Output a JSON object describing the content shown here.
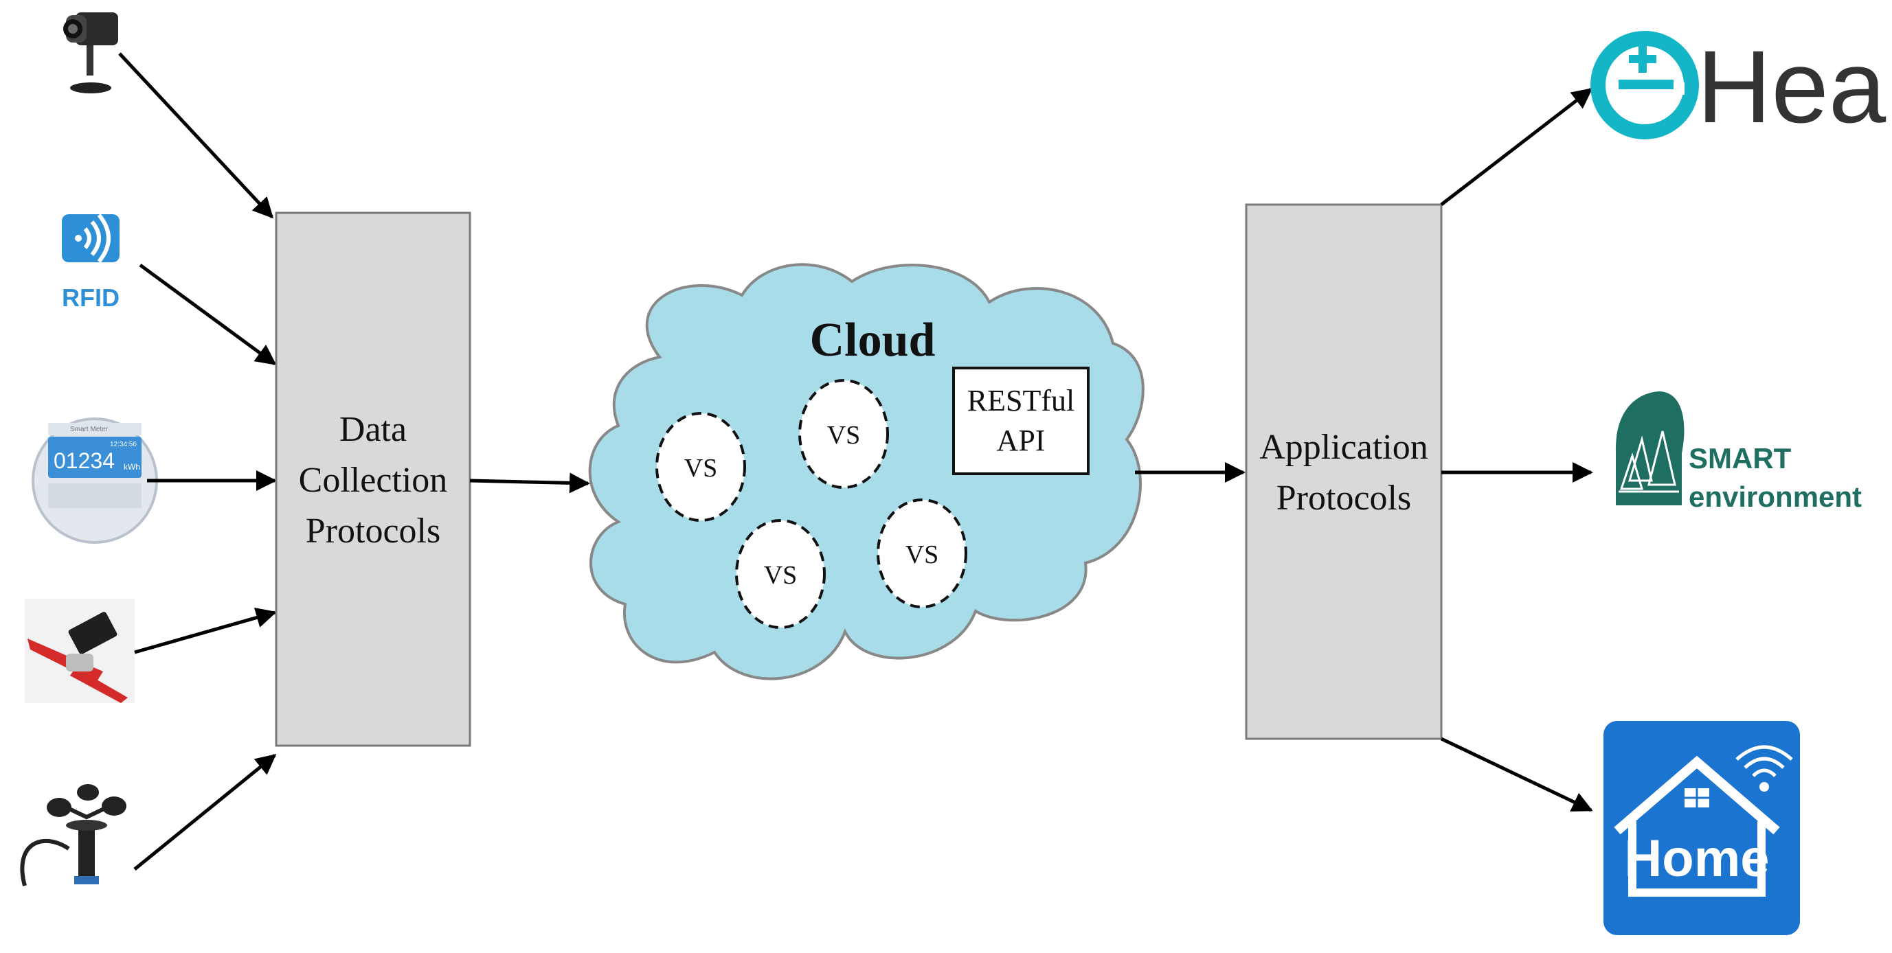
{
  "diagram": {
    "collection_box": {
      "lines": [
        "Data",
        "Collection",
        "Protocols"
      ]
    },
    "cloud": {
      "title": "Cloud",
      "vs_nodes": [
        "VS",
        "VS",
        "VS",
        "VS"
      ],
      "api_lines": [
        "RESTful",
        "API"
      ]
    },
    "application_box": {
      "lines": [
        "Application",
        "Protocols"
      ]
    },
    "sources": {
      "camera": {
        "icon": "security-camera-icon"
      },
      "rfid": {
        "icon": "rfid-icon",
        "label": "RFID"
      },
      "meter": {
        "icon": "smart-meter-icon",
        "display": "01234",
        "unit": "kWh",
        "brand": "Smart Meter",
        "time": "12:34:56"
      },
      "fan": {
        "icon": "fan-sensor-icon"
      },
      "anemometer": {
        "icon": "anemometer-icon"
      }
    },
    "apps": {
      "ehealth": {
        "icon": "ehealth-logo-icon",
        "text": "Health"
      },
      "smart_env": {
        "icon": "tree-logo-icon",
        "line1": "SMART",
        "line2": "environment"
      },
      "home": {
        "icon": "smart-home-icon",
        "text": "Home"
      }
    },
    "colors": {
      "box_fill": "#d9d9d9",
      "cloud_fill": "#a8dce8",
      "ehealth_teal": "#13b5c6",
      "env_green": "#1f6e62",
      "home_blue": "#1b75d0"
    }
  }
}
